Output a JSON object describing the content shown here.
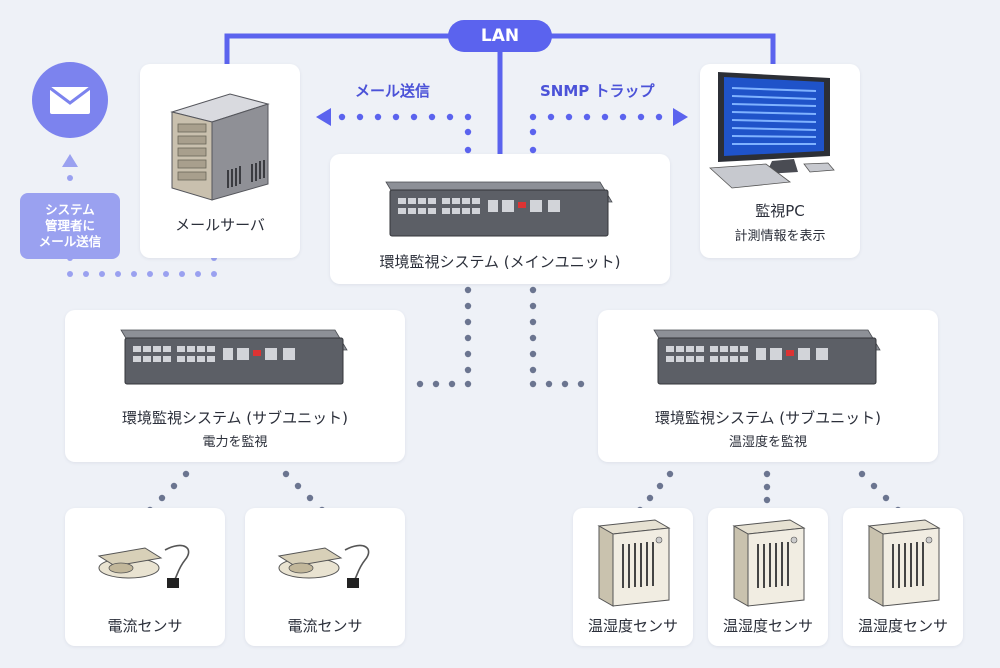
{
  "lan_label": "LAN",
  "mail_send_label": "メール送信",
  "snmp_label": "SNMP トラップ",
  "admin_badge": [
    "システム",
    "管理者に",
    "メール送信"
  ],
  "mail_server": {
    "label": "メールサーバ"
  },
  "monitor_pc": {
    "label": "監視PC",
    "sublabel": "計測情報を表示"
  },
  "main_unit": {
    "label": "環境監視システム (メインユニット)"
  },
  "sub_unit_power": {
    "label": "環境監視システム (サブユニット)",
    "sublabel": "電力を監視"
  },
  "sub_unit_env": {
    "label": "環境監視システム (サブユニット)",
    "sublabel": "温湿度を監視"
  },
  "current_sensors": [
    {
      "label": "電流センサ"
    },
    {
      "label": "電流センサ"
    }
  ],
  "env_sensors": [
    {
      "label": "温湿度センサ"
    },
    {
      "label": "温湿度センサ"
    },
    {
      "label": "温湿度センサ"
    }
  ],
  "colors": {
    "accent": "#5b63ee",
    "dots": "#6b7590",
    "background": "#eef1f7",
    "card": "#ffffff"
  }
}
